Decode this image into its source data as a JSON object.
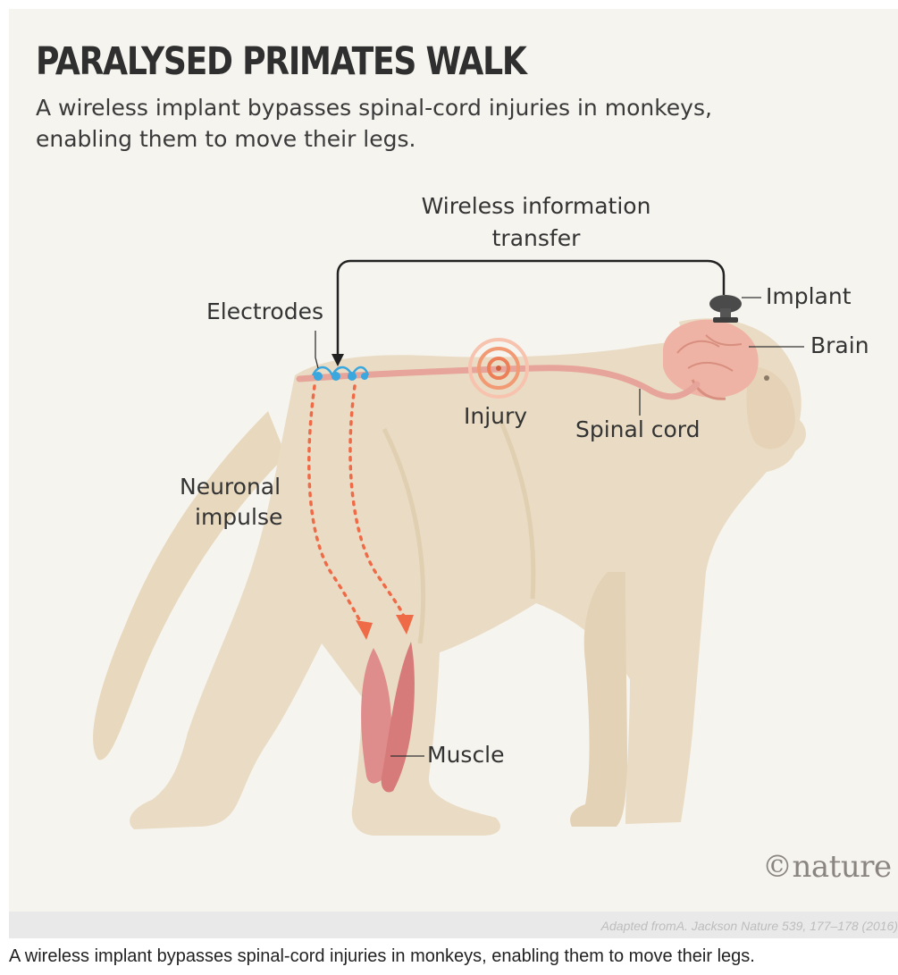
{
  "figure": {
    "title": "PARALYSED PRIMATES WALK",
    "subtitle": "A wireless implant bypasses spinal-cord injuries in monkeys, enabling them to move their legs.",
    "labels": {
      "wireless_line1": "Wireless information",
      "wireless_line2": "transfer",
      "implant": "Implant",
      "brain": "Brain",
      "electrodes": "Electrodes",
      "injury": "Injury",
      "spinal_cord": "Spinal cord",
      "neuronal_line1": "Neuronal",
      "neuronal_line2": "impulse",
      "muscle": "Muscle"
    },
    "logo": "©nature"
  },
  "footer": {
    "credit": "Adapted fromA. Jackson Nature 539, 177–178 (2016)",
    "caption": "A wireless implant bypasses spinal-cord injuries in monkeys, enabling them to move their legs."
  },
  "colors": {
    "background": "#f6f4ef",
    "monkey_fur": "#eadcc4",
    "spinal_cord": "#e6a49a",
    "brain": "#eeb3a4",
    "impulse_arrows": "#ef6a47",
    "electrodes": "#3aa7df",
    "muscle": "#de8c8c",
    "injury_rings": "#f19a73"
  }
}
